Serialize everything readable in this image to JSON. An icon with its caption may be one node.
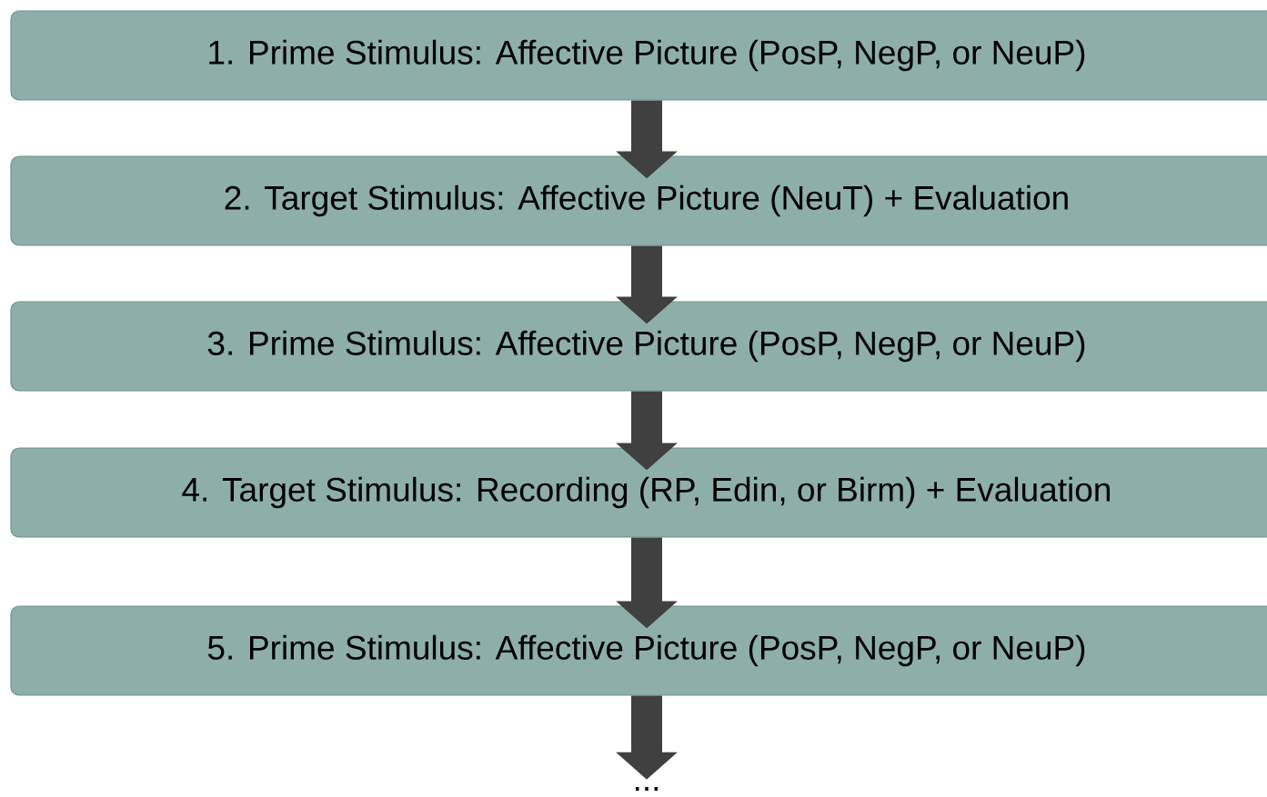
{
  "diagram": {
    "nodes": [
      {
        "text": [
          "1. Prime Stimulus: Affective Picture (PosP, NegP, or NeuP)"
        ]
      },
      {
        "text": [
          "2. Target Stimulus: Affective Picture (NeuT) + Evaluation"
        ]
      },
      {
        "text": [
          "3. Prime Stimulus: Affective Picture (PosP, NegP, or NeuP)"
        ]
      },
      {
        "text": [
          "4. Target Stimulus: Recording (RP, Edin, or Birm) + Evaluation"
        ]
      },
      {
        "text": [
          "5. Prime Stimulus: Affective Picture (PosP, NegP, or NeuP)"
        ]
      },
      {
        "text": [
          "..."
        ]
      }
    ],
    "edges": [
      {
        "from": 0,
        "to": 1,
        "arrow": "to"
      },
      {
        "from": 1,
        "to": 2,
        "arrow": "to"
      },
      {
        "from": 2,
        "to": 3,
        "arrow": "to"
      },
      {
        "from": 3,
        "to": 4,
        "arrow": "to"
      },
      {
        "from": 4,
        "to": 5,
        "arrow": "to"
      }
    ]
  }
}
